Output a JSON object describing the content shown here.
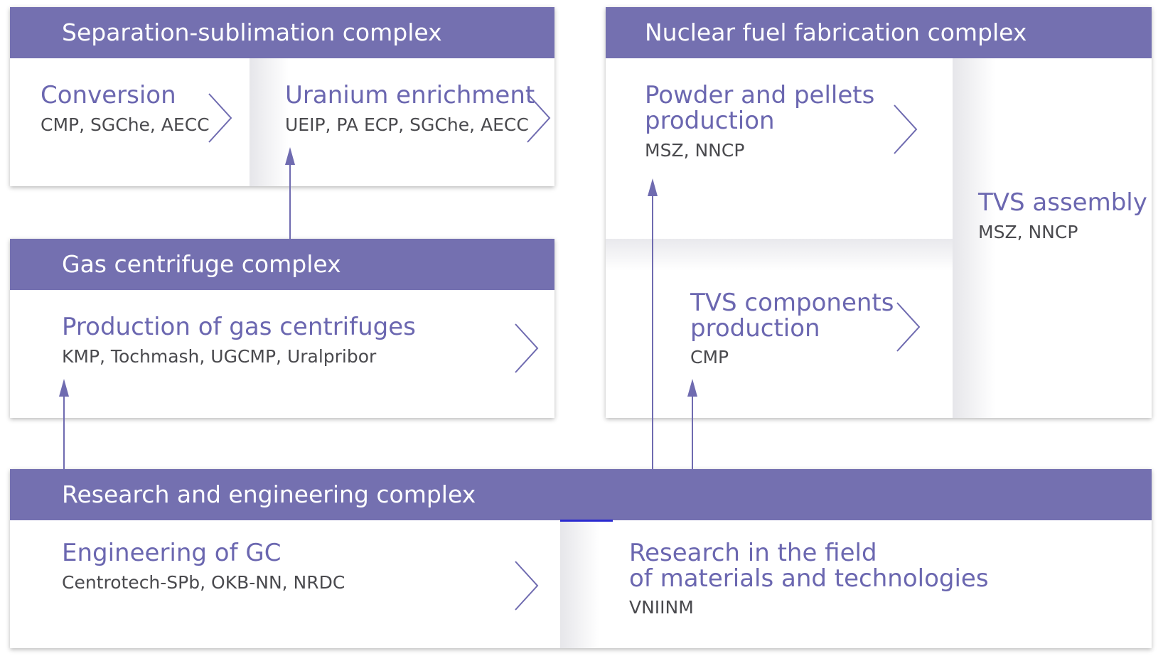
{
  "separation": {
    "header": "Separation-sublimation complex",
    "conversion": {
      "title": "Conversion",
      "sub": "CMP, SGChe, AECC"
    },
    "enrichment": {
      "title": "Uranium enrichment",
      "sub": "UEIP, PA ECP, SGChe, AECC"
    }
  },
  "fuel": {
    "header": "Nuclear fuel fabrication complex",
    "powder": {
      "title_line1": "Powder and pellets",
      "title_line2": "production",
      "sub": "MSZ, NNCP"
    },
    "components": {
      "title_line1": "TVS components",
      "title_line2": "production",
      "sub": "CMP"
    },
    "assembly": {
      "title": "TVS assembly",
      "sub": "MSZ, NNCP"
    }
  },
  "gas": {
    "header": "Gas centrifuge complex",
    "production": {
      "title": "Production of gas centrifuges",
      "sub": "KMP, Tochmash, UGCMP, Uralpribor"
    }
  },
  "research": {
    "header": "Research and engineering complex",
    "engineering": {
      "title": "Engineering of GC",
      "sub": "Centrotech-SPb, OKB-NN, NRDC"
    },
    "materials": {
      "title_line1": "Research in the field",
      "title_line2": "of materials and technologies",
      "sub": "VNIINM"
    }
  },
  "colors": {
    "header_bg": "#7470b0",
    "title_text": "#6b67b0",
    "sub_text": "#4a4a4e",
    "arrow": "#6f6bb0"
  },
  "icons": [
    "chevron-right-icon",
    "arrow-up-icon"
  ]
}
